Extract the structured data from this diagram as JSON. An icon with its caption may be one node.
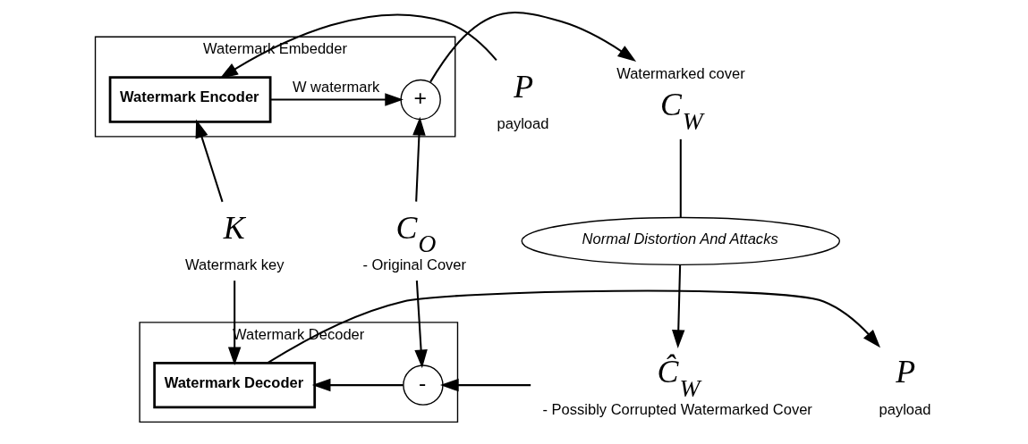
{
  "diagram": {
    "nodes": [
      {
        "text": [
          "Watermark Embedder"
        ]
      },
      {
        "text": [
          "Watermark Encoder"
        ],
        "in": 0
      },
      {
        "text": [
          "+"
        ],
        "in": 0
      },
      {
        "text": [
          "Watermark Decoder"
        ]
      },
      {
        "text": [
          "Watermark Decoder"
        ],
        "in": 3
      },
      {
        "text": [
          "-"
        ],
        "in": 3
      },
      {
        "text": [
          "P",
          "payload"
        ]
      },
      {
        "text": [
          "K",
          "Watermark key"
        ]
      },
      {
        "text": [
          "C$_{O}$",
          "- Original Cover"
        ]
      },
      {
        "text": [
          "Watermarked cover",
          "C$_{W}$"
        ]
      },
      {
        "text": [
          "Normal Distortion And Attacks"
        ]
      },
      {
        "text": [
          "Ĉ$_{W}$",
          "- Possibly Corrupted Watermarked Cover"
        ]
      },
      {
        "text": [
          "P",
          "payload"
        ]
      }
    ],
    "edges": [
      {
        "from": 6,
        "to": 1,
        "arrow": "to"
      },
      {
        "from": 1,
        "to": 2,
        "arrow": "to",
        "label": "W watermark"
      },
      {
        "from": 2,
        "to": 9,
        "arrow": "to"
      },
      {
        "from": 7,
        "to": 1,
        "arrow": "to"
      },
      {
        "from": 8,
        "to": 2,
        "arrow": "to"
      },
      {
        "from": 7,
        "to": 4,
        "arrow": "to"
      },
      {
        "from": 8,
        "to": 5,
        "arrow": "to"
      },
      {
        "from": 9,
        "to": 10,
        "arrow": "none"
      },
      {
        "from": 10,
        "to": 11,
        "arrow": "to"
      },
      {
        "from": 11,
        "to": 5,
        "arrow": "to"
      },
      {
        "from": 5,
        "to": 4,
        "arrow": "to"
      },
      {
        "from": 4,
        "to": 12,
        "arrow": "to"
      }
    ]
  }
}
